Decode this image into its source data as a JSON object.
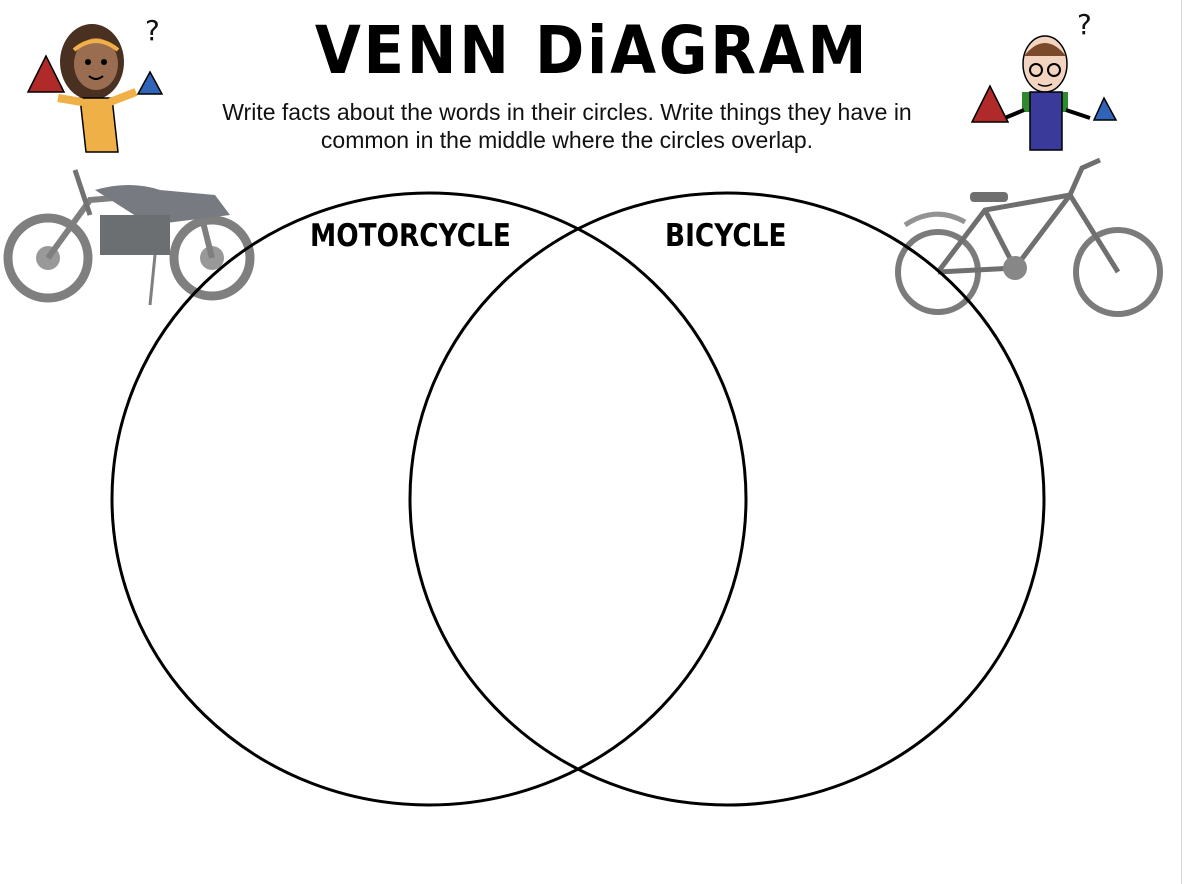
{
  "title": "VENN DiAGRAM",
  "instructions": "Write facts about the words in their circles. Write things they have in common in the middle where the circles overlap.",
  "circles": {
    "left_label": "MOTORCYCLE",
    "right_label": "BICYCLE"
  },
  "colors": {
    "red_triangle": "#b02a2a",
    "blue_triangle": "#2f64b8",
    "dress": "#f0b048",
    "vest": "#3a3a9a",
    "shirt": "#2e8a2e"
  }
}
